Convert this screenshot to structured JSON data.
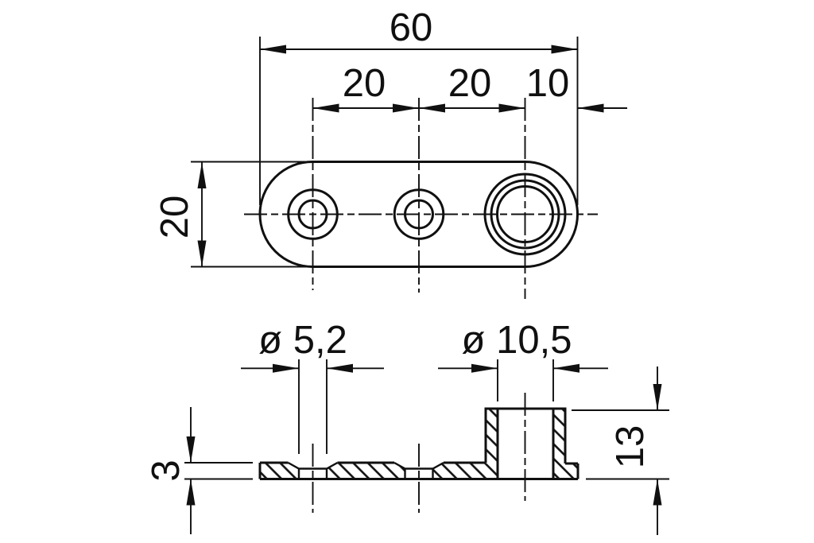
{
  "drawing": {
    "background_color": "#ffffff",
    "line_color": "#101010",
    "type_note": "two-view mechanical part drawing: plan view of slotted oblong plate with three holes, and hatched cross-section view below"
  },
  "dimensions": {
    "overall_length": {
      "label": "60",
      "value": 60
    },
    "hole_spacing_1": {
      "label": "20",
      "value": 20
    },
    "hole_spacing_2": {
      "label": "20",
      "value": 20
    },
    "edge_distance": {
      "label": "10",
      "value": 10
    },
    "overall_width": {
      "label": "20",
      "value": 20
    },
    "small_hole_diameter": {
      "label": "ø 5,2",
      "value": 5.2
    },
    "large_hole_diameter": {
      "label": "ø 10,5",
      "value": 10.5
    },
    "plate_thickness": {
      "label": "3",
      "value": 3
    },
    "overall_height": {
      "label": "13",
      "value": 13
    }
  }
}
